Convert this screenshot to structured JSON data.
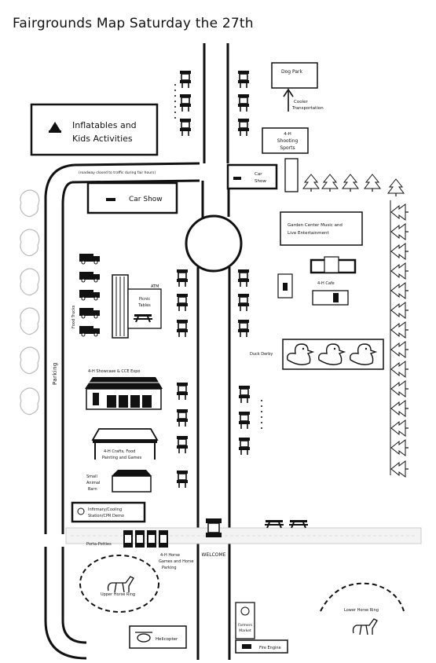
{
  "title": "Fairgrounds Map Saturday the 27th",
  "labels": {
    "inflatables_line1": "Inflatables and",
    "inflatables_line2": "Kids Activities",
    "dog_park": "Dog Park",
    "gate_line1": "Cooler",
    "gate_line2": "Transportation",
    "shooting_line1": "4-H",
    "shooting_line2": "Shooting",
    "shooting_line3": "Sports",
    "car_show_small_line1": "Car",
    "car_show_small_line2": "Show",
    "car_show": "Car Show",
    "road_note": "(roadway closed to traffic during fair hours)",
    "garden_line1": "Garden Center Music and",
    "garden_line2": "Live Entertainment",
    "picnic_line1": "Picnic",
    "picnic_line2": "Tables",
    "atm": "ATM",
    "cafe": "4-H Cafe",
    "duck_derby": "Duck Derby",
    "food_trucks": "Food Trucks",
    "parking": "Parking",
    "showcase": "4-H Showcase & CCE Expo",
    "crafts_line1": "4-H Crafts, Food",
    "crafts_line2": "Painting and Games",
    "small_barn_line1": "Small",
    "small_barn_line2": "Animal",
    "small_barn_line3": "Barn",
    "infirmary_line1": "Infirmary/Cooling",
    "infirmary_line2": "Station/CPR Demo",
    "potties": "Porta-Potties",
    "horse_line1": "4-H Horse",
    "horse_line2": "Games and Horse",
    "horse_line3": "Parking",
    "welcome": "WELCOME",
    "upper_ring": "Upper Horse Ring",
    "lower_ring": "Lower Horse Ring",
    "helicopter": "Helicopter",
    "farmers_line1": "Farmers",
    "farmers_line2": "Market",
    "fire_engine": "Fire Engine"
  }
}
